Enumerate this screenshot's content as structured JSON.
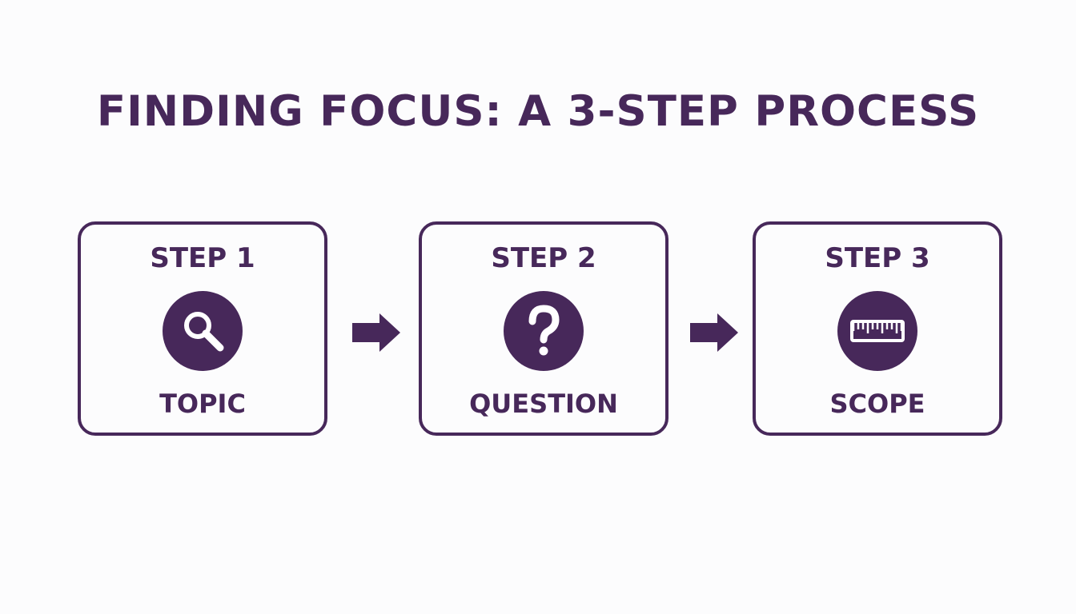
{
  "title": "FINDING FOCUS: A 3-STEP PROCESS",
  "colors": {
    "primary": "#47285a",
    "background": "#fcfcfd"
  },
  "steps": [
    {
      "label": "STEP 1",
      "name": "TOPIC",
      "icon": "magnifying-glass-icon"
    },
    {
      "label": "STEP 2",
      "name": "QUESTION",
      "icon": "question-mark-icon"
    },
    {
      "label": "STEP 3",
      "name": "SCOPE",
      "icon": "ruler-icon"
    }
  ]
}
